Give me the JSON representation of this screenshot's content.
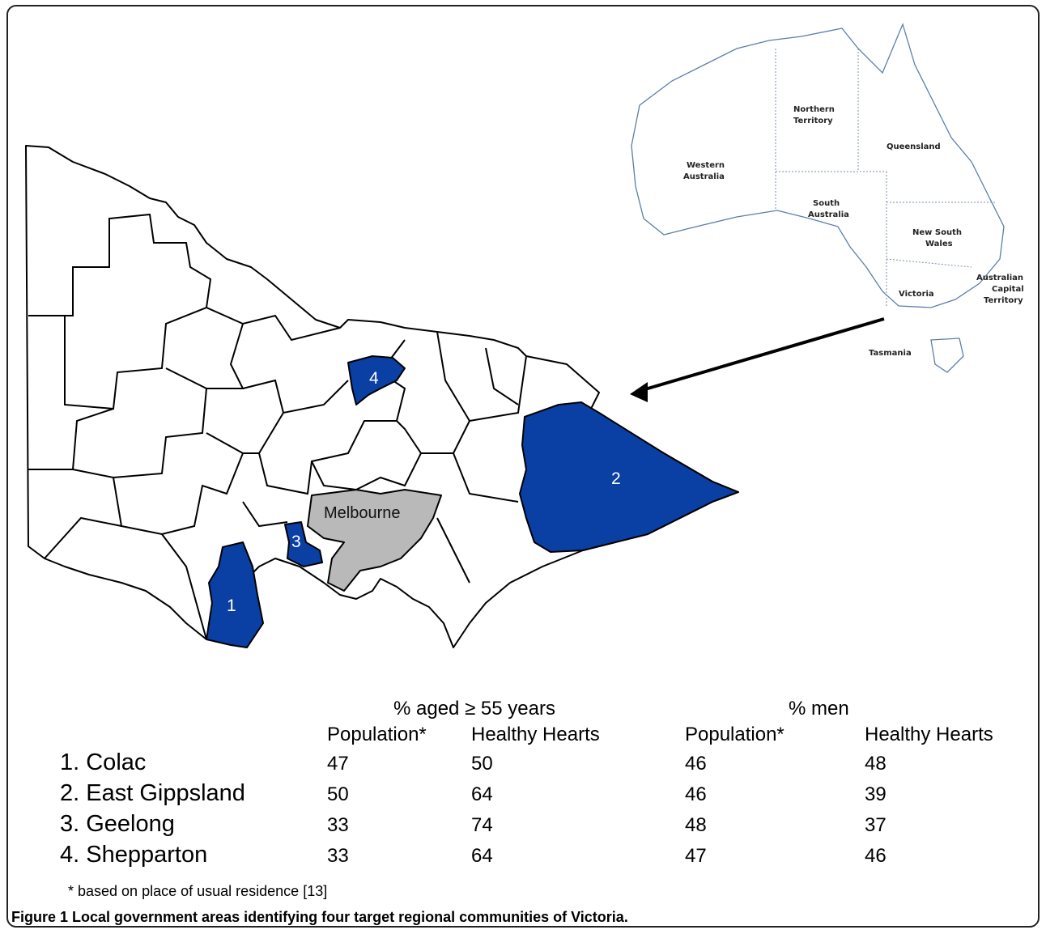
{
  "map": {
    "region_labels": [
      "1",
      "2",
      "3",
      "4"
    ],
    "city_label": "Melbourne",
    "colors": {
      "target": "#0a3fa3",
      "melbourne": "#b9b9b9",
      "outline": "#000000"
    }
  },
  "inset": {
    "labels": {
      "northern_territory": [
        "Northern",
        "Territory"
      ],
      "western_australia": [
        "Western",
        "Australia"
      ],
      "queensland": [
        "Queensland"
      ],
      "south_australia": [
        "South",
        "Australia"
      ],
      "new_south_wales": [
        "New South",
        "Wales"
      ],
      "act": [
        "Australian",
        "Capital",
        "Territory"
      ],
      "victoria": [
        "Victoria"
      ],
      "tasmania": [
        "Tasmania"
      ]
    }
  },
  "table": {
    "group_headers": [
      "% aged ≥ 55 years",
      "% men"
    ],
    "sub_headers": [
      "Population*",
      "Healthy Hearts",
      "Population*",
      "Healthy Hearts"
    ],
    "rows": [
      {
        "name": "1. Colac",
        "values": [
          "47",
          "50",
          "46",
          "48"
        ]
      },
      {
        "name": "2. East Gippsland",
        "values": [
          "50",
          "64",
          "46",
          "39"
        ]
      },
      {
        "name": "3. Geelong",
        "values": [
          "33",
          "74",
          "48",
          "37"
        ]
      },
      {
        "name": "4. Shepparton",
        "values": [
          "33",
          "64",
          "47",
          "46"
        ]
      }
    ],
    "footnote": "* based on place of usual residence [13]"
  },
  "caption": "Figure 1 Local government areas identifying four target regional communities of Victoria."
}
